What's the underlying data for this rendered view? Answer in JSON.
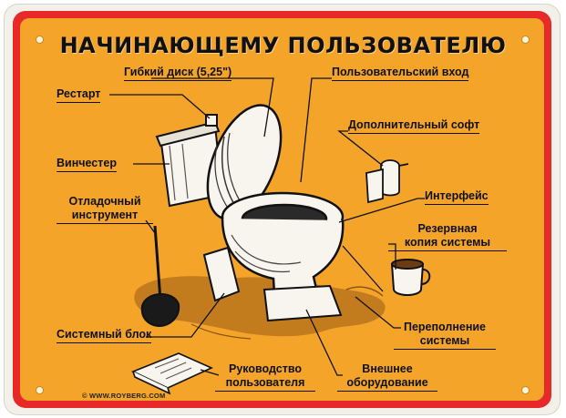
{
  "title": "НАЧИНАЮЩЕМУ ПОЛЬЗОВАТЕЛЮ",
  "labels": {
    "floppy": "Гибкий диск (5,25\")",
    "user_input": "Пользовательский вход",
    "restart": "Рестарт",
    "extra_soft": "Дополнительный софт",
    "hdd": "Винчестер",
    "debugger_line1": "Отладочный",
    "debugger_line2": "инструмент",
    "interface": "Интерфейс",
    "backup_line1": "Резервная",
    "backup_line2": "копия системы",
    "system_unit": "Системный блок",
    "overflow_line1": "Переполнение",
    "overflow_line2": "системы",
    "manual_line1": "Руководство",
    "manual_line2": "пользователя",
    "external_line1": "Внешнее",
    "external_line2": "оборудование"
  },
  "copyright": "© WWW.ROYBERG.COM",
  "colors": {
    "panel": "#f4a529",
    "border": "#e8292a",
    "text": "#111111"
  }
}
